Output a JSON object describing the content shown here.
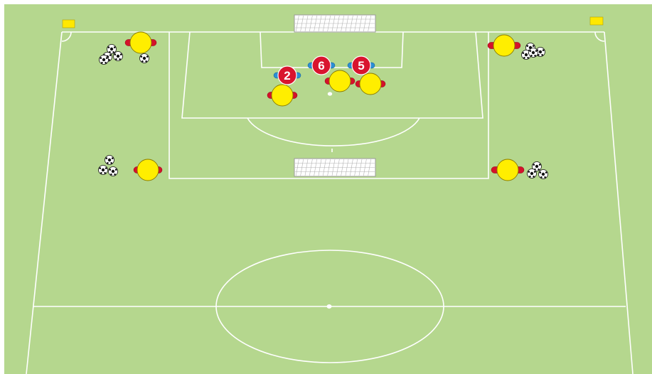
{
  "colors": {
    "pitch": "#b5d78e",
    "lines": "#ffffff",
    "attacker_body": "#ffee00",
    "attacker_arms": "#d4122b",
    "defender_body": "#d9142e",
    "defender_arms": "#2c8fd4",
    "corner_flags": "#ffe800"
  },
  "icons": {
    "attacker": "yellow-player-icon",
    "defender": "red-player-icon",
    "ball": "soccer-ball-icon",
    "goal": "goal-icon",
    "flag": "corner-flag-icon"
  },
  "defenders": [
    {
      "number": "2"
    },
    {
      "number": "6"
    },
    {
      "number": "5"
    }
  ]
}
